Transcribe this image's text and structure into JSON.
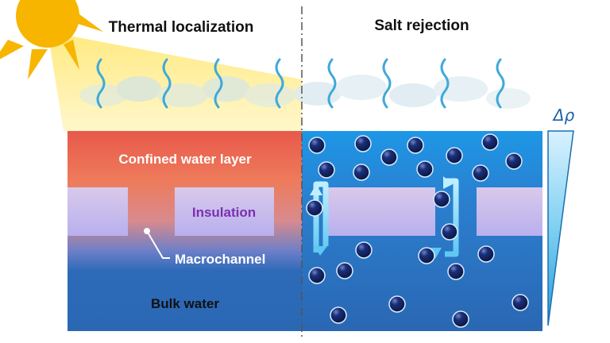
{
  "titles": {
    "left": "Thermal localization",
    "right": "Salt rejection"
  },
  "labels": {
    "confined": "Confined water layer",
    "insulation": "Insulation",
    "macrochannel": "Macrochannel",
    "bulk": "Bulk water",
    "gradient": "Δρ"
  },
  "colors": {
    "sun": "#f7b500",
    "confined_top": "#e85a4c",
    "confined_mid": "#f0845a",
    "bulk": "#2b6cb8",
    "right_top": "#1b8fe0",
    "insulation": "#c7b6e8",
    "insulation_text": "#7b2fb0",
    "salt_ion": "#0d1f5a",
    "vapor_squiggle": "#3fa9d8"
  },
  "icons": [
    "sun-icon",
    "vapor-squiggle-icon",
    "salt-ion-icon",
    "circulation-arrow-icon",
    "density-gradient-wedge-icon"
  ]
}
